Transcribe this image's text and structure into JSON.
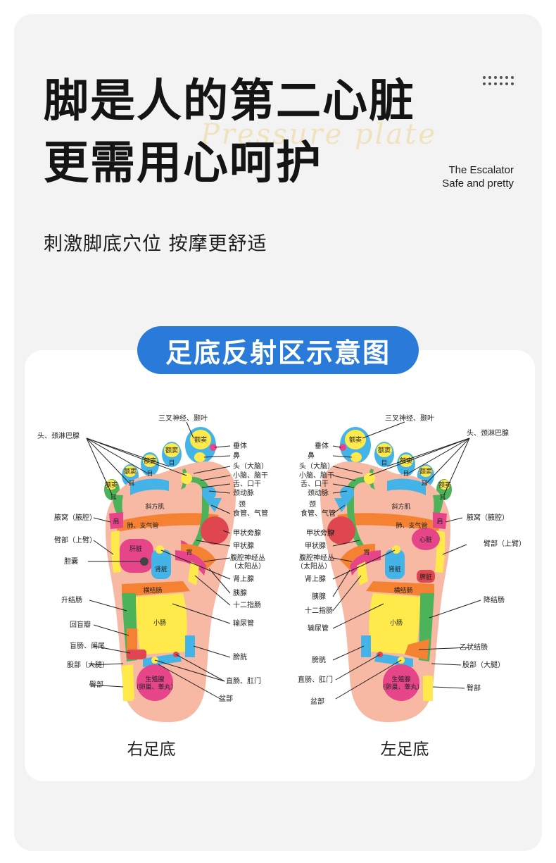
{
  "header": {
    "title_line1": "脚是人的第二心脏",
    "title_line2": "更需用心呵护",
    "watermark": "Pressure plate",
    "brand_line1": "The Escalator",
    "brand_line2": "Safe and pretty",
    "subtitle": "刺激脚底穴位 按摩更舒适"
  },
  "diagram": {
    "title": "足底反射区示意图",
    "right_foot": {
      "caption": "右足底",
      "labels": {
        "trigeminal": "三叉神经、颞叶",
        "head_lymph": "头、颈淋巴腺",
        "pituitary": "垂体",
        "nose": "鼻",
        "head": "头（大脑）",
        "cerebellum": "小脑、脑干",
        "tongue": "舌、口干",
        "carotid": "颈动脉",
        "neck": "颈",
        "esophagus": "食管、气管",
        "parathyroid": "甲状旁腺",
        "armpit": "腋窝（腋腔）",
        "upper_arm": "臂部（上臂）",
        "gallbladder": "胆囊",
        "thyroid": "甲状腺",
        "celiac": "腹腔神经丛",
        "solar": "（太阳丛）",
        "adrenal": "肾上腺",
        "pancreas": "胰腺",
        "duodenum": "十二指肠",
        "ascending_colon": "升结肠",
        "ureter": "输尿管",
        "ileocecal": "回盲瓣",
        "appendix": "盲肠、阑尾",
        "thigh": "股部（大腿）",
        "bladder": "膀胱",
        "hip": "臀部",
        "rectum": "直肠、肛门",
        "pelvis": "盆部"
      },
      "inner": {
        "frontal_sinus": "额窦",
        "eye": "目",
        "ear": "耳",
        "trapezius": "斜方肌",
        "shoulder": "肩",
        "lung": "肺、支气管",
        "liver": "肝脏",
        "stomach": "胃",
        "kidney": "肾脏",
        "transverse_colon": "横结肠",
        "small_intestine": "小肠",
        "gonad": "生殖腺",
        "gonad_detail": "(卵巢、睾丸)"
      }
    },
    "left_foot": {
      "caption": "左足底",
      "labels": {
        "trigeminal": "三叉神经、颞叶",
        "head_lymph": "头、颈淋巴腺",
        "pituitary": "垂体",
        "nose": "鼻",
        "head": "头（大脑）",
        "cerebellum": "小脑、脑干",
        "tongue": "舌、口干",
        "carotid": "颈动脉",
        "neck": "颈",
        "esophagus": "食管、气管",
        "parathyroid": "甲状旁腺",
        "armpit": "腋窝（腋腔）",
        "upper_arm": "臂部（上臂）",
        "thyroid": "甲状腺",
        "celiac": "腹腔神经丛",
        "solar": "（太阳丛）",
        "adrenal": "肾上腺",
        "pancreas": "胰腺",
        "duodenum": "十二指肠",
        "descending_colon": "降结肠",
        "ureter": "输尿管",
        "sigmoid": "乙状结肠",
        "thigh": "股部（大腿）",
        "bladder": "膀胱",
        "hip": "臀部",
        "rectum": "直肠、肛门",
        "pelvis": "盆部"
      },
      "inner": {
        "frontal_sinus": "额窦",
        "eye": "目",
        "ear": "耳",
        "trapezius": "斜方肌",
        "shoulder": "肩",
        "lung": "肺、支气管",
        "heart": "心脏",
        "stomach": "胃",
        "kidney": "肾脏",
        "spleen": "脾脏",
        "transverse_colon": "横结肠",
        "small_intestine": "小肠",
        "gonad": "生殖腺",
        "gonad_detail": "(卵巢、睾丸)"
      }
    }
  },
  "colors": {
    "accent_blue": "#2a7bd9",
    "skin": "#f7b8a4",
    "yellow": "#ffe94b",
    "green": "#4db35a",
    "orange": "#f58232",
    "pink": "#e6458a",
    "red": "#e0464f",
    "cyan": "#44b4e8"
  }
}
